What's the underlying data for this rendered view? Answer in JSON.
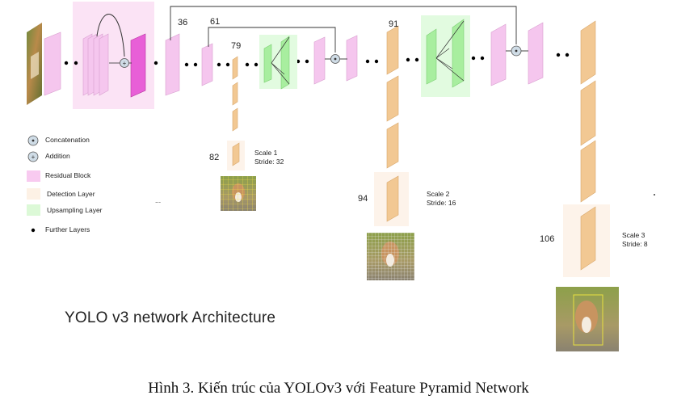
{
  "diagram": {
    "layer_numbers": {
      "l36": "36",
      "l61": "61",
      "l79": "79",
      "l91": "91",
      "l82": "82",
      "l94": "94",
      "l106": "106"
    },
    "scales": [
      {
        "scale": "Scale 1",
        "stride": "Stride: 32"
      },
      {
        "scale": "Scale 2",
        "stride": "Stride: 16"
      },
      {
        "scale": "Scale 3",
        "stride": "Stride: 8"
      }
    ],
    "legend": {
      "concatenation": "Concatenation",
      "addition": "Addition",
      "residual": "Residual Block",
      "detection": "Detection Layer",
      "upsampling": "Upsampling Layer",
      "further": "Further Layers"
    },
    "ellipsis": "...",
    "title": "YOLO v3 network Architecture"
  },
  "caption": "Hình 3. Kiến trúc của YOLOv3 với Feature Pyramid Network",
  "colors": {
    "residual_bg": "#fbe3f5",
    "layer_pink": "#f5c6ee",
    "layer_magenta": "#e85fd7",
    "detection_bg": "#fdf3ea",
    "detection_layer": "#f2c893",
    "upsampling_bg": "#e2fbe0",
    "upsampling_layer": "#a8ee9f"
  }
}
